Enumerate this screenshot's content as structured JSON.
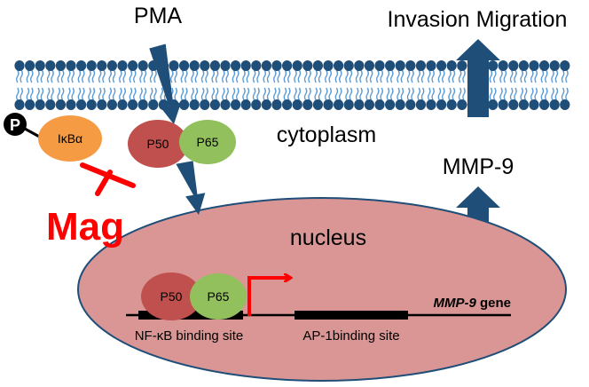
{
  "labels": {
    "pma": "PMA",
    "invasion_migration": "Invasion Migration",
    "ikba": "IκBα",
    "p50": "P50",
    "p65": "P65",
    "cytoplasm": "cytoplasm",
    "mmp9": "MMP-9",
    "mag": "Mag",
    "nucleus": "nucleus",
    "mmp9_gene_italic": "MMP-9",
    "gene_word": " gene",
    "nfkb_site": "NF-κB binding site",
    "ap1_site": "AP-1binding site",
    "phospho": "P"
  },
  "colors": {
    "membrane_head": "#1f4e79",
    "membrane_tail": "#5b9bd5",
    "arrow": "#1f4e79",
    "p50": "#c0504d",
    "p65": "#92c05c",
    "ikba": "#f59b43",
    "nucleus_fill": "#d99694",
    "inhibit": "#ff0000",
    "dna": "#000000"
  }
}
